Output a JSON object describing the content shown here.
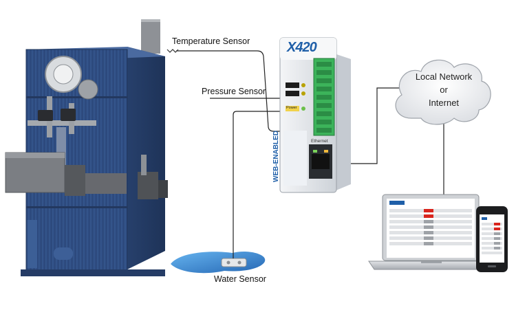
{
  "labels": {
    "temperature_sensor": "Temperature Sensor",
    "pressure_sensor": "Pressure Sensor",
    "water_sensor": "Water Sensor"
  },
  "cloud": {
    "line1": "Local Network",
    "line2": "or",
    "line3": "Internet"
  },
  "device": {
    "brand": "X420",
    "vertical_label": "WEB-ENABLED",
    "port_label": "Ethernet",
    "power_label": "Power"
  },
  "colors": {
    "boiler_blue": "#2f4f86",
    "terminal_green": "#3cb35a",
    "device_body": "#e7eaee",
    "device_blue": "#1f5fa8",
    "cloud": "#e9ebee",
    "wire": "#222222",
    "water": "#2b7fd0"
  }
}
